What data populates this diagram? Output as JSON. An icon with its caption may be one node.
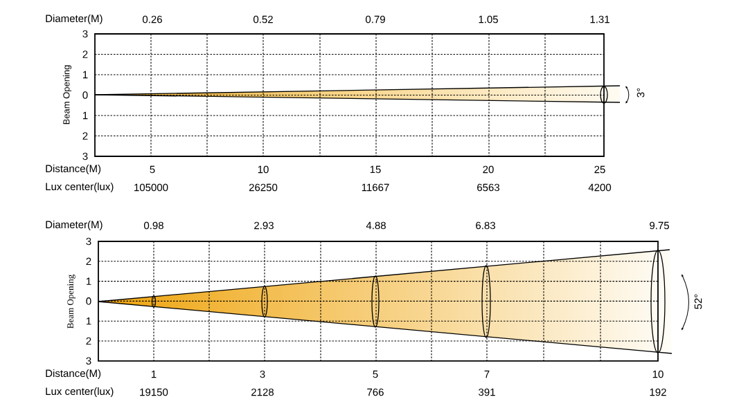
{
  "diagram": {
    "labels": [
      "Diameter(M)",
      "0.26",
      "0.52",
      "0.79",
      "1.05",
      "1.31",
      "Beam Opening",
      "3",
      "2",
      "1",
      "0",
      "1",
      "2",
      "3",
      "3°",
      "Distance(M)",
      "5",
      "10",
      "15",
      "20",
      "25",
      "Lux center(lux)",
      "105000",
      "26250",
      "11667",
      "6563",
      "4200",
      "Diameter(M)",
      "0.98",
      "2.93",
      "4.88",
      "6.83",
      "9.75",
      "Beam Opening",
      "3",
      "2",
      "1",
      "0",
      "1",
      "2",
      "3",
      "52°",
      "Distance(M)",
      "1",
      "3",
      "5",
      "7",
      "10",
      "Lux center(lux)",
      "19150",
      "2128",
      "766",
      "391",
      "192"
    ]
  }
}
